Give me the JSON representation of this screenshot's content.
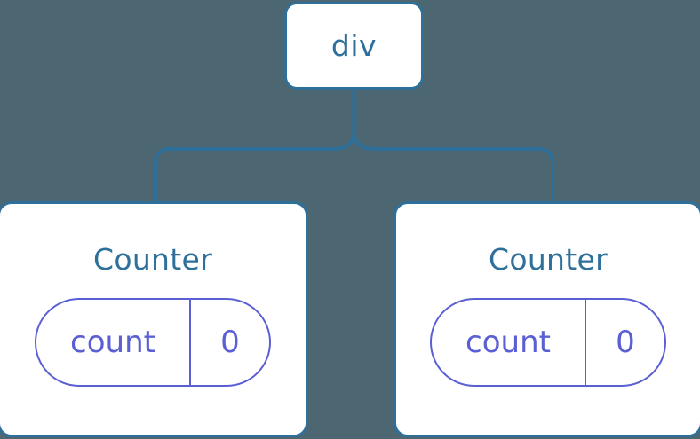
{
  "diagram": {
    "type": "component-tree",
    "background_color": "#4c6672",
    "node_border_color": "#2e7099",
    "node_text_color": "#2e7099",
    "state_color": "#5a5fd4",
    "edge_color": "#2e7099"
  },
  "root": {
    "label": "div"
  },
  "children": [
    {
      "label": "Counter",
      "state": {
        "key": "count",
        "value": "0"
      }
    },
    {
      "label": "Counter",
      "state": {
        "key": "count",
        "value": "0"
      }
    }
  ]
}
